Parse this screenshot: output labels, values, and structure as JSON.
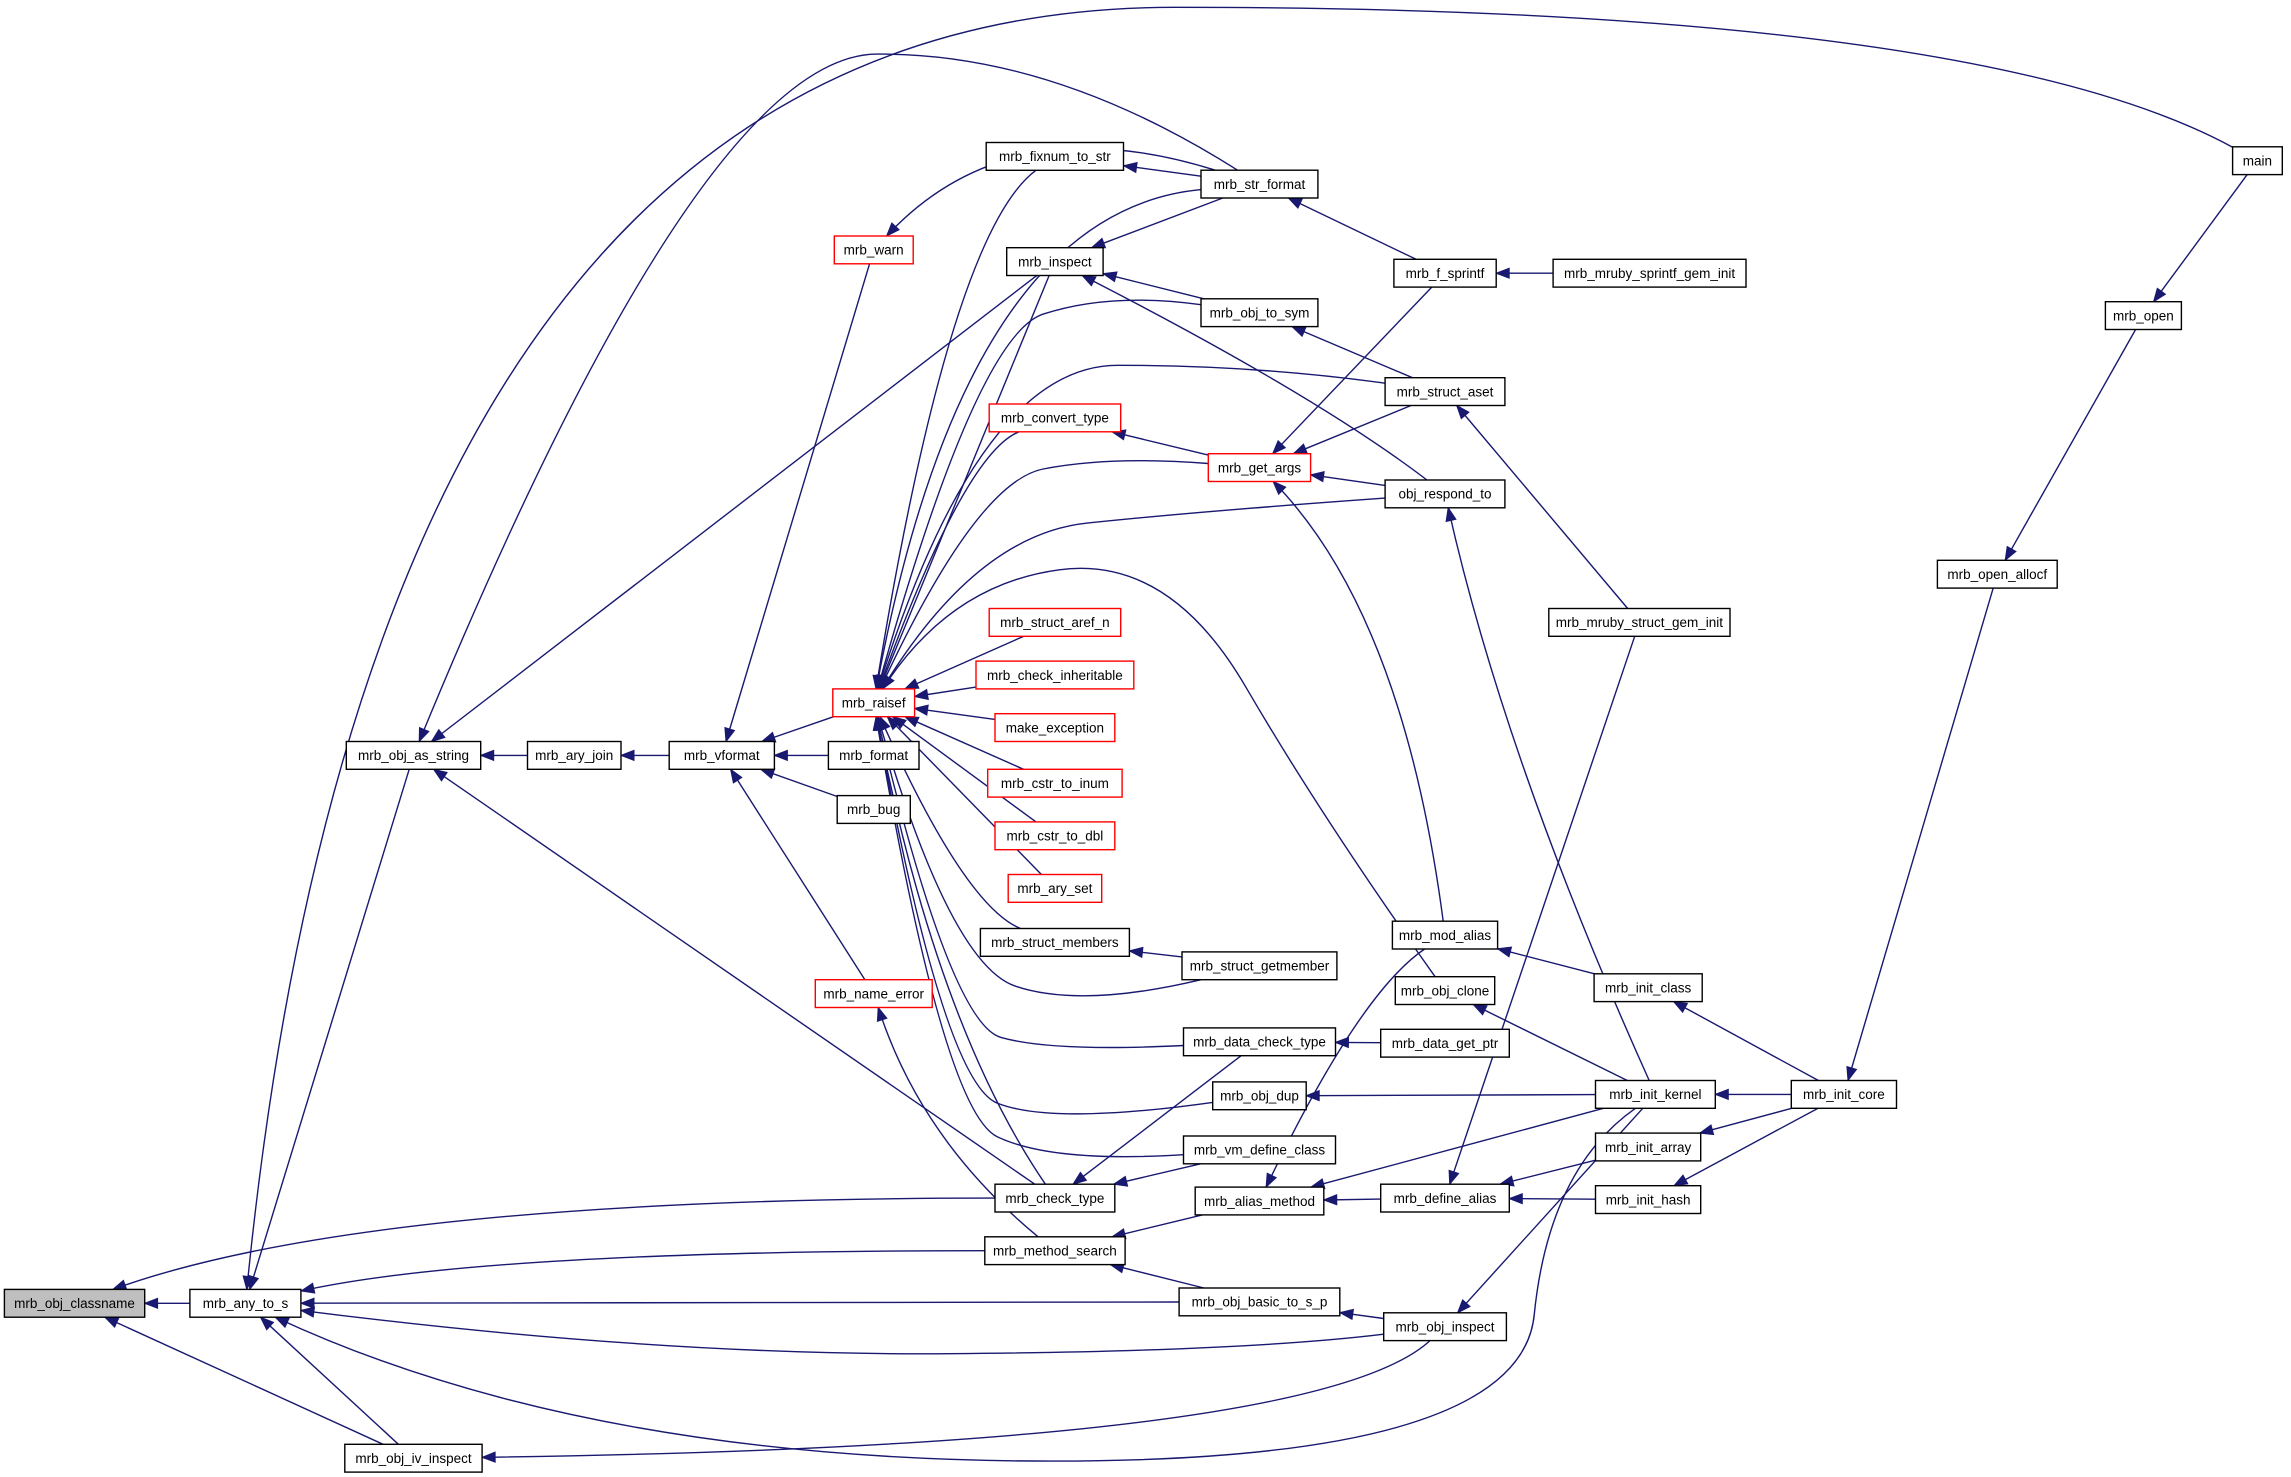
{
  "graph": {
    "colors": {
      "edge": "#191970",
      "node_border": "#000000",
      "truncated_border": "#ff0000",
      "root_fill": "#bfbfbf",
      "background": "#ffffff"
    },
    "nodes": [
      {
        "id": "mrb_obj_classname",
        "label": "mrb_obj_classname",
        "style": "root"
      },
      {
        "id": "mrb_any_to_s",
        "label": "mrb_any_to_s"
      },
      {
        "id": "mrb_obj_iv_inspect",
        "label": "mrb_obj_iv_inspect"
      },
      {
        "id": "mrb_obj_as_string",
        "label": "mrb_obj_as_string"
      },
      {
        "id": "mrb_ary_join",
        "label": "mrb_ary_join"
      },
      {
        "id": "mrb_vformat",
        "label": "mrb_vformat"
      },
      {
        "id": "mrb_warn",
        "label": "mrb_warn",
        "style": "truncated"
      },
      {
        "id": "mrb_name_error",
        "label": "mrb_name_error",
        "style": "truncated"
      },
      {
        "id": "mrb_raisef",
        "label": "mrb_raisef",
        "style": "truncated"
      },
      {
        "id": "mrb_format",
        "label": "mrb_format"
      },
      {
        "id": "mrb_bug",
        "label": "mrb_bug"
      },
      {
        "id": "mrb_fixnum_to_str",
        "label": "mrb_fixnum_to_str"
      },
      {
        "id": "mrb_inspect",
        "label": "mrb_inspect"
      },
      {
        "id": "mrb_convert_type",
        "label": "mrb_convert_type",
        "style": "truncated"
      },
      {
        "id": "mrb_struct_aref_n",
        "label": "mrb_struct_aref_n",
        "style": "truncated"
      },
      {
        "id": "mrb_check_inheritable",
        "label": "mrb_check_inheritable",
        "style": "truncated"
      },
      {
        "id": "make_exception",
        "label": "make_exception",
        "style": "truncated"
      },
      {
        "id": "mrb_cstr_to_inum",
        "label": "mrb_cstr_to_inum",
        "style": "truncated"
      },
      {
        "id": "mrb_cstr_to_dbl",
        "label": "mrb_cstr_to_dbl",
        "style": "truncated"
      },
      {
        "id": "mrb_ary_set",
        "label": "mrb_ary_set",
        "style": "truncated"
      },
      {
        "id": "mrb_struct_members",
        "label": "mrb_struct_members"
      },
      {
        "id": "mrb_check_type",
        "label": "mrb_check_type"
      },
      {
        "id": "mrb_method_search",
        "label": "mrb_method_search"
      },
      {
        "id": "mrb_str_format",
        "label": "mrb_str_format"
      },
      {
        "id": "mrb_obj_to_sym",
        "label": "mrb_obj_to_sym"
      },
      {
        "id": "mrb_get_args",
        "label": "mrb_get_args",
        "style": "truncated"
      },
      {
        "id": "mrb_struct_getmember",
        "label": "mrb_struct_getmember"
      },
      {
        "id": "mrb_data_check_type",
        "label": "mrb_data_check_type"
      },
      {
        "id": "mrb_obj_dup",
        "label": "mrb_obj_dup"
      },
      {
        "id": "mrb_vm_define_class",
        "label": "mrb_vm_define_class"
      },
      {
        "id": "mrb_alias_method",
        "label": "mrb_alias_method"
      },
      {
        "id": "mrb_obj_basic_to_s_p",
        "label": "mrb_obj_basic_to_s_p"
      },
      {
        "id": "mrb_f_sprintf",
        "label": "mrb_f_sprintf"
      },
      {
        "id": "mrb_struct_aset",
        "label": "mrb_struct_aset"
      },
      {
        "id": "obj_respond_to",
        "label": "obj_respond_to"
      },
      {
        "id": "mrb_mod_alias",
        "label": "mrb_mod_alias"
      },
      {
        "id": "mrb_obj_clone",
        "label": "mrb_obj_clone"
      },
      {
        "id": "mrb_data_get_ptr",
        "label": "mrb_data_get_ptr"
      },
      {
        "id": "mrb_define_alias",
        "label": "mrb_define_alias"
      },
      {
        "id": "mrb_obj_inspect",
        "label": "mrb_obj_inspect"
      },
      {
        "id": "mrb_mruby_sprintf_gem_init",
        "label": "mrb_mruby_sprintf_gem_init"
      },
      {
        "id": "mrb_mruby_struct_gem_init",
        "label": "mrb_mruby_struct_gem_init"
      },
      {
        "id": "mrb_init_class",
        "label": "mrb_init_class"
      },
      {
        "id": "mrb_init_kernel",
        "label": "mrb_init_kernel"
      },
      {
        "id": "mrb_init_array",
        "label": "mrb_init_array"
      },
      {
        "id": "mrb_init_hash",
        "label": "mrb_init_hash"
      },
      {
        "id": "mrb_init_core",
        "label": "mrb_init_core"
      },
      {
        "id": "mrb_open_allocf",
        "label": "mrb_open_allocf"
      },
      {
        "id": "mrb_open",
        "label": "mrb_open"
      },
      {
        "id": "main",
        "label": "main"
      }
    ],
    "edges": [
      [
        "mrb_obj_classname",
        "mrb_any_to_s"
      ],
      [
        "mrb_obj_classname",
        "mrb_obj_iv_inspect"
      ],
      [
        "mrb_obj_classname",
        "mrb_check_type"
      ],
      [
        "mrb_any_to_s",
        "mrb_obj_as_string"
      ],
      [
        "mrb_any_to_s",
        "mrb_obj_iv_inspect"
      ],
      [
        "mrb_any_to_s",
        "mrb_method_search"
      ],
      [
        "mrb_any_to_s",
        "mrb_obj_basic_to_s_p"
      ],
      [
        "mrb_any_to_s",
        "mrb_obj_inspect"
      ],
      [
        "mrb_any_to_s",
        "mrb_init_kernel"
      ],
      [
        "mrb_any_to_s",
        "main"
      ],
      [
        "mrb_obj_as_string",
        "mrb_ary_join"
      ],
      [
        "mrb_obj_as_string",
        "mrb_inspect"
      ],
      [
        "mrb_obj_as_string",
        "mrb_check_type"
      ],
      [
        "mrb_obj_as_string",
        "mrb_str_format"
      ],
      [
        "mrb_ary_join",
        "mrb_vformat"
      ],
      [
        "mrb_vformat",
        "mrb_raisef"
      ],
      [
        "mrb_vformat",
        "mrb_format"
      ],
      [
        "mrb_vformat",
        "mrb_bug"
      ],
      [
        "mrb_vformat",
        "mrb_warn"
      ],
      [
        "mrb_vformat",
        "mrb_name_error"
      ],
      [
        "mrb_warn",
        "mrb_str_format"
      ],
      [
        "mrb_name_error",
        "mrb_method_search"
      ],
      [
        "mrb_raisef",
        "mrb_fixnum_to_str"
      ],
      [
        "mrb_raisef",
        "mrb_str_format"
      ],
      [
        "mrb_raisef",
        "mrb_inspect"
      ],
      [
        "mrb_raisef",
        "mrb_obj_to_sym"
      ],
      [
        "mrb_raisef",
        "mrb_convert_type"
      ],
      [
        "mrb_raisef",
        "mrb_get_args"
      ],
      [
        "mrb_raisef",
        "mrb_struct_aset"
      ],
      [
        "mrb_raisef",
        "obj_respond_to"
      ],
      [
        "mrb_raisef",
        "mrb_obj_clone"
      ],
      [
        "mrb_raisef",
        "mrb_struct_aref_n"
      ],
      [
        "mrb_raisef",
        "mrb_check_inheritable"
      ],
      [
        "mrb_raisef",
        "make_exception"
      ],
      [
        "mrb_raisef",
        "mrb_cstr_to_inum"
      ],
      [
        "mrb_raisef",
        "mrb_cstr_to_dbl"
      ],
      [
        "mrb_raisef",
        "mrb_ary_set"
      ],
      [
        "mrb_raisef",
        "mrb_struct_members"
      ],
      [
        "mrb_raisef",
        "mrb_struct_getmember"
      ],
      [
        "mrb_raisef",
        "mrb_data_check_type"
      ],
      [
        "mrb_raisef",
        "mrb_obj_dup"
      ],
      [
        "mrb_raisef",
        "mrb_vm_define_class"
      ],
      [
        "mrb_raisef",
        "mrb_check_type"
      ],
      [
        "mrb_fixnum_to_str",
        "mrb_str_format"
      ],
      [
        "mrb_inspect",
        "mrb_str_format"
      ],
      [
        "mrb_inspect",
        "mrb_obj_to_sym"
      ],
      [
        "mrb_inspect",
        "obj_respond_to"
      ],
      [
        "mrb_convert_type",
        "mrb_get_args"
      ],
      [
        "mrb_struct_members",
        "mrb_struct_getmember"
      ],
      [
        "mrb_check_type",
        "mrb_data_check_type"
      ],
      [
        "mrb_check_type",
        "mrb_vm_define_class"
      ],
      [
        "mrb_method_search",
        "mrb_alias_method"
      ],
      [
        "mrb_method_search",
        "mrb_obj_basic_to_s_p"
      ],
      [
        "mrb_str_format",
        "mrb_f_sprintf"
      ],
      [
        "mrb_obj_to_sym",
        "mrb_struct_aset"
      ],
      [
        "mrb_get_args",
        "mrb_f_sprintf"
      ],
      [
        "mrb_get_args",
        "mrb_struct_aset"
      ],
      [
        "mrb_get_args",
        "obj_respond_to"
      ],
      [
        "mrb_get_args",
        "mrb_mod_alias"
      ],
      [
        "mrb_data_check_type",
        "mrb_data_get_ptr"
      ],
      [
        "mrb_obj_dup",
        "mrb_init_kernel"
      ],
      [
        "mrb_alias_method",
        "mrb_mod_alias"
      ],
      [
        "mrb_alias_method",
        "mrb_define_alias"
      ],
      [
        "mrb_alias_method",
        "mrb_init_kernel"
      ],
      [
        "mrb_obj_basic_to_s_p",
        "mrb_obj_inspect"
      ],
      [
        "mrb_f_sprintf",
        "mrb_mruby_sprintf_gem_init"
      ],
      [
        "mrb_struct_aset",
        "mrb_mruby_struct_gem_init"
      ],
      [
        "obj_respond_to",
        "mrb_init_kernel"
      ],
      [
        "mrb_mod_alias",
        "mrb_init_class"
      ],
      [
        "mrb_obj_clone",
        "mrb_init_kernel"
      ],
      [
        "mrb_define_alias",
        "mrb_mruby_struct_gem_init"
      ],
      [
        "mrb_define_alias",
        "mrb_init_array"
      ],
      [
        "mrb_define_alias",
        "mrb_init_hash"
      ],
      [
        "mrb_obj_inspect",
        "mrb_init_kernel"
      ],
      [
        "mrb_obj_iv_inspect",
        "mrb_obj_inspect"
      ],
      [
        "mrb_init_class",
        "mrb_init_core"
      ],
      [
        "mrb_init_kernel",
        "mrb_init_core"
      ],
      [
        "mrb_init_array",
        "mrb_init_core"
      ],
      [
        "mrb_init_hash",
        "mrb_init_core"
      ],
      [
        "mrb_init_core",
        "mrb_open_allocf"
      ],
      [
        "mrb_open_allocf",
        "mrb_open"
      ],
      [
        "mrb_open",
        "main"
      ]
    ]
  }
}
